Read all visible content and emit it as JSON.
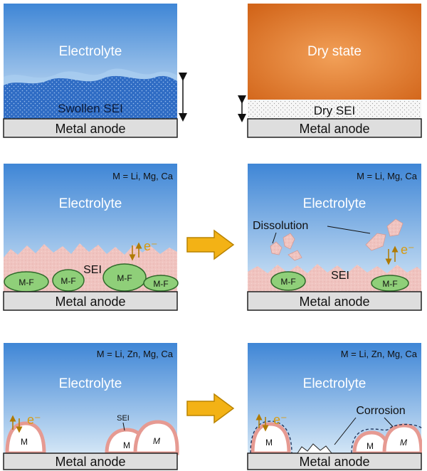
{
  "colors": {
    "electrolyte_top": "#3f86d6",
    "electrolyte_bottom": "#d3e6f6",
    "sei_swollen": "#2f6cc4",
    "sei_pink": "#f0c4c0",
    "mf_fill": "#8fcf79",
    "mf_stroke": "#2f6a2a",
    "metal_fill": "#dedede",
    "arrow_fill": "#f3b215",
    "arrow_stroke": "#b98300",
    "dry_orange": "#d2651a",
    "particle_ring": "#e69a92"
  },
  "panel1": {
    "electrolyte": "Electrolyte",
    "sei": "Swollen  SEI",
    "anode": "Metal anode"
  },
  "panel2": {
    "state": "Dry state",
    "sei": "Dry SEI",
    "anode": "Metal anode"
  },
  "panel3": {
    "formula": "M = Li, Mg, Ca",
    "electrolyte": "Electrolyte",
    "sei": "SEI",
    "electron": "e⁻",
    "particles": [
      "M-F",
      "M-F",
      "M-F",
      "M-F"
    ],
    "anode": "Metal anode"
  },
  "panel4": {
    "formula": "M = Li, Mg, Ca",
    "electrolyte": "Electrolyte",
    "dissolution": "Dissolution",
    "sei": "SEI",
    "electron": "e⁻",
    "particles": [
      "M-F",
      "M-F"
    ],
    "anode": "Metal anode"
  },
  "panel5": {
    "formula": "M = Li, Zn, Mg, Ca",
    "electrolyte": "Electrolyte",
    "sei": "SEI",
    "electron": "e⁻",
    "particles": [
      "M",
      "M",
      "M"
    ],
    "anode": "Metal anode"
  },
  "panel6": {
    "formula": "M = Li, Zn, Mg, Ca",
    "electrolyte": "Electrolyte",
    "corrosion": "Corrosion",
    "electron": "e⁻",
    "particles": [
      "M",
      "M",
      "M"
    ],
    "anode": "Metal anode"
  }
}
